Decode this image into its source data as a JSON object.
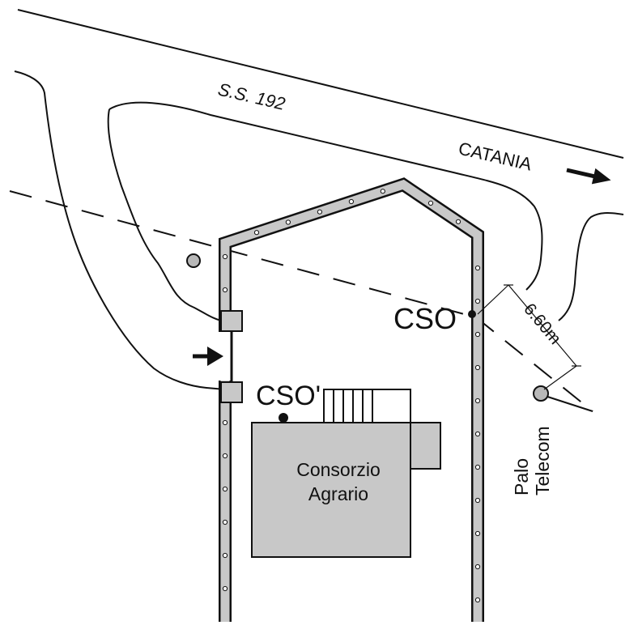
{
  "labels": {
    "road": "S.S. 192",
    "direction": "CATANIA",
    "point_cso": "CSO",
    "point_cso_prime": "CSO'",
    "building_line1": "Consorzio",
    "building_line2": "Agrario",
    "distance": "6.60m",
    "pole_line1": "Palo",
    "pole_line2": "Telecom"
  },
  "colors": {
    "ink": "#111111",
    "fence_fill": "#c8c8c8",
    "building_fill": "#c8c8c8",
    "pole_fill": "#b8b8b8",
    "background": "#ffffff"
  },
  "icons": {
    "direction_arrow": "arrow-right-icon",
    "entrance_arrow": "arrow-right-icon"
  }
}
